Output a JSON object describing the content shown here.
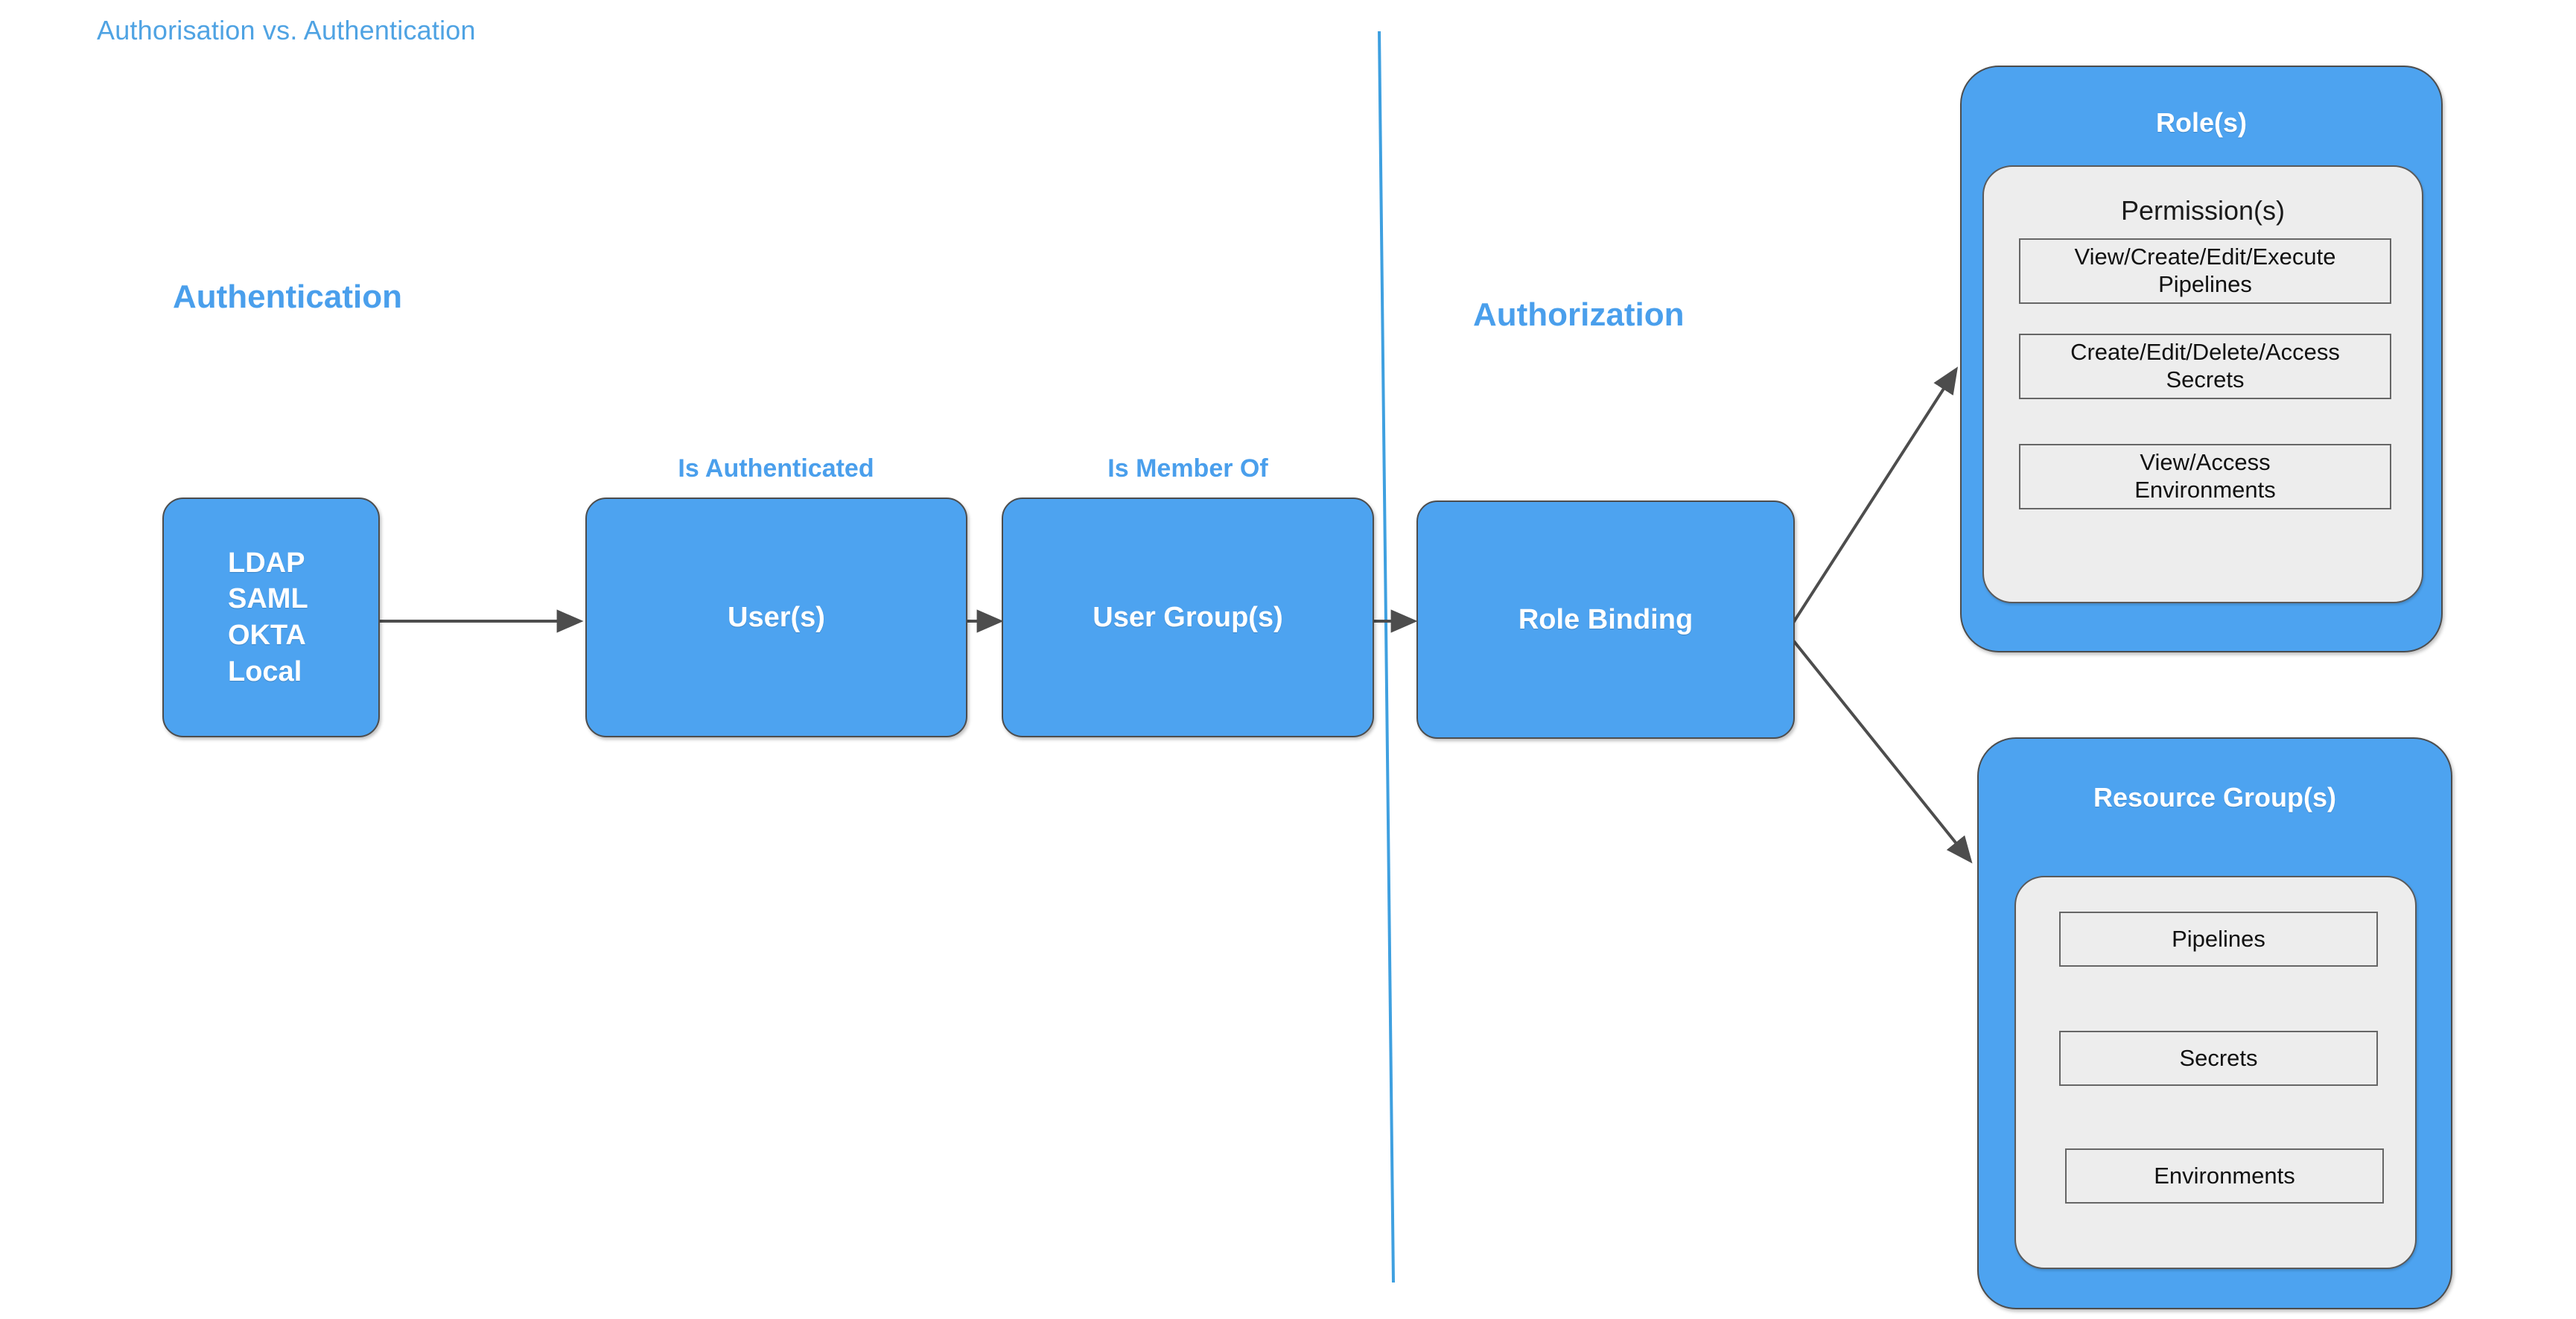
{
  "page": {
    "title": "Authorisation vs. Authentication",
    "accent_blue": "#4a9fec",
    "box_fill": "#4da3f0",
    "panel_fill": "#ededed",
    "border_gray": "#4d4d4d",
    "divider_color": "#3fa0e0"
  },
  "sections": {
    "authentication_heading": "Authentication",
    "authorization_heading": "Authorization"
  },
  "flow": {
    "boxes": [
      {
        "id": "providers",
        "label": "LDAP\nSAML\nOKTA\nLocal"
      },
      {
        "id": "users",
        "label": "User(s)"
      },
      {
        "id": "user_groups",
        "label": "User Group(s)"
      },
      {
        "id": "role_binding",
        "label": "Role Binding"
      }
    ],
    "edge_labels": [
      {
        "id": "is_authenticated",
        "label": "Is Authenticated"
      },
      {
        "id": "is_member_of",
        "label": "Is Member Of"
      }
    ]
  },
  "roles_panel": {
    "title": "Role(s)",
    "inner_title": "Permission(s)",
    "permissions": [
      "View/Create/Edit/Execute\nPipelines",
      "Create/Edit/Delete/Access\nSecrets",
      "View/Access\nEnvironments"
    ]
  },
  "resource_panel": {
    "title": "Resource Group(s)",
    "resources": [
      "Pipelines",
      "Secrets",
      "Environments"
    ]
  }
}
